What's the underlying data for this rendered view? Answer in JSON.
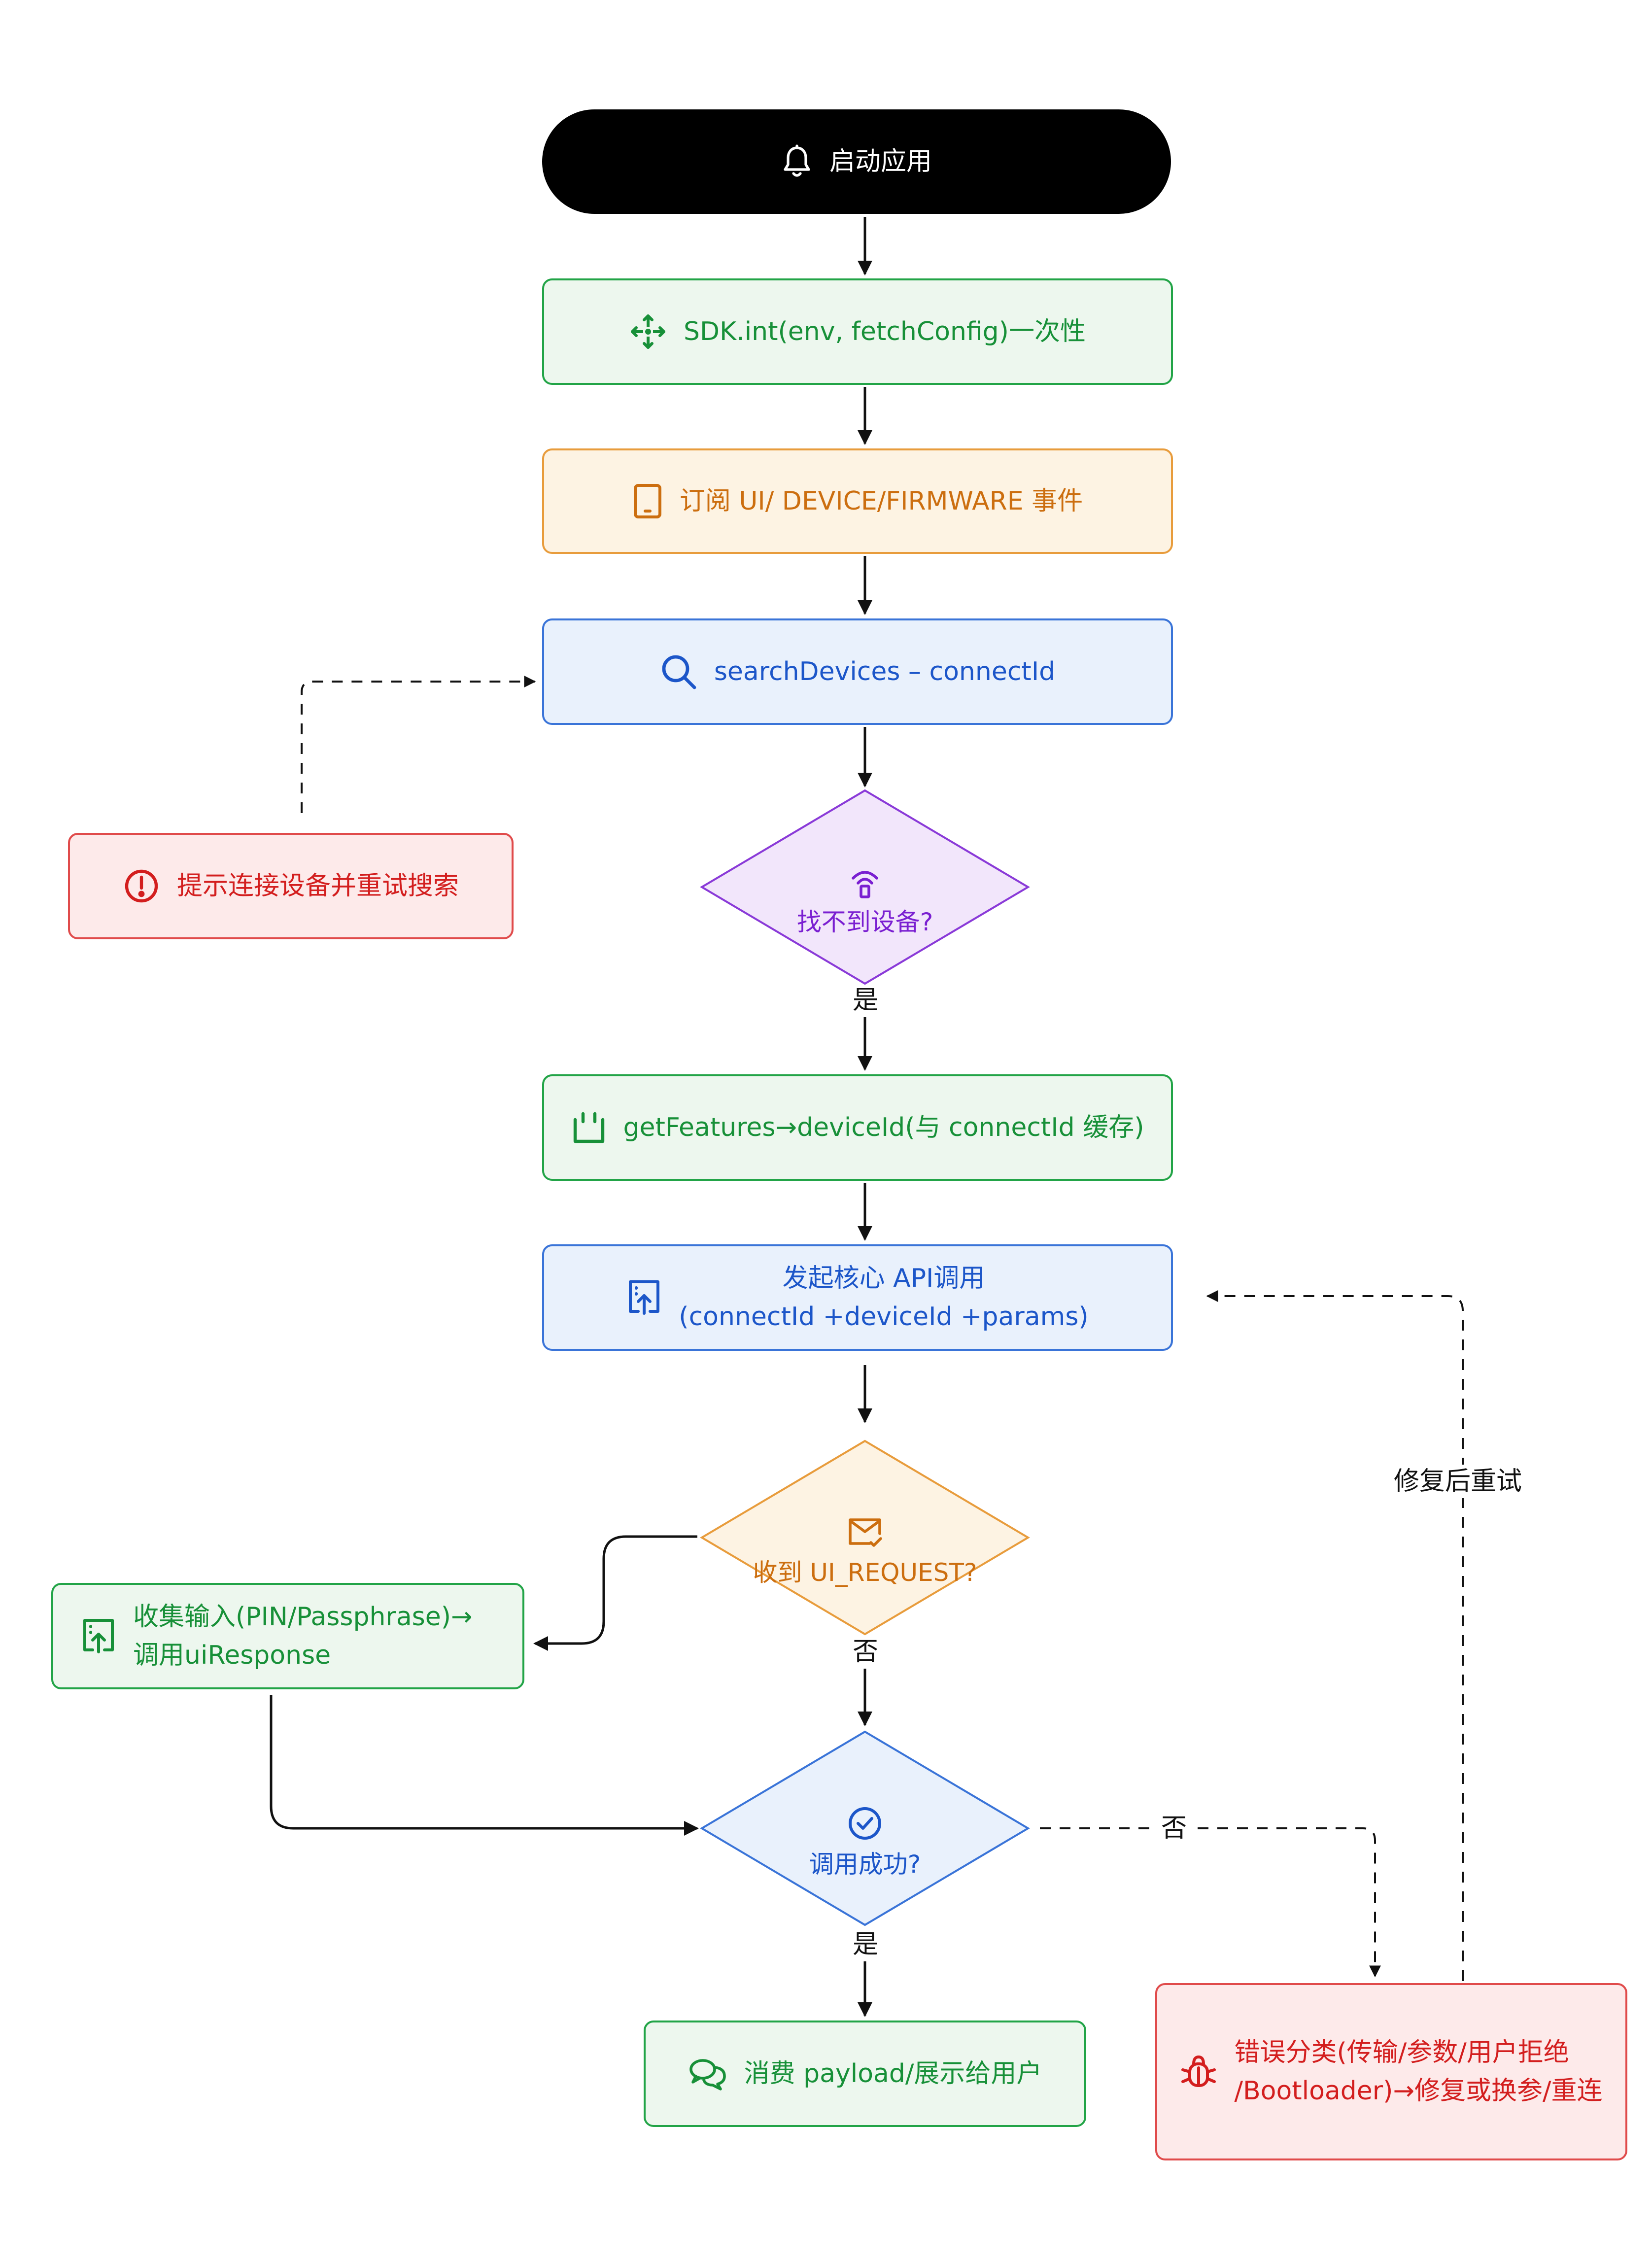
{
  "nodes": {
    "start": {
      "label": "启动应用"
    },
    "sdk_init": {
      "label": "SDK.int(env, fetchConfig)一次性"
    },
    "subscribe": {
      "label": "订阅 UI/ DEVICE/FIRMWARE 事件"
    },
    "search": {
      "label": "searchDevices – connectId"
    },
    "not_found": {
      "label": "找不到设备?"
    },
    "prompt_retry": {
      "label": "提示连接设备并重试搜索"
    },
    "get_features": {
      "label": "getFeatures→deviceId(与 connectId 缓存)"
    },
    "call_api": {
      "line1": "发起核心 API调用",
      "line2": "(connectId +deviceId +params)"
    },
    "ui_request": {
      "label": "收到 UI_REQUEST?"
    },
    "collect_input": {
      "line1": "收集输入(PIN/Passphrase)→",
      "line2": "调用uiResponse"
    },
    "call_success": {
      "label": "调用成功?"
    },
    "consume": {
      "label": "消费 payload/展示给用户"
    },
    "error": {
      "line1": "错误分类(传输/参数/用户拒绝",
      "line2": "/Bootloader)→修复或换参/重连"
    }
  },
  "edge_labels": {
    "yes_after_not_found": "是",
    "no_after_ui_request": "否",
    "yes_after_success": "是",
    "no_after_success": "否",
    "retry_after_fix": "修复后重试"
  },
  "colors": {
    "start": "#000000",
    "green": "#179038",
    "orange": "#cc6e0f",
    "blue": "#1c56c9",
    "red": "#d31e1e",
    "purple": "#7a1fd1"
  },
  "icons": {
    "start": "bell-icon",
    "sdk_init": "diamond-arrows-icon",
    "subscribe": "tablet-icon",
    "search": "search-icon",
    "not_found": "wifi-signal-icon",
    "prompt_retry": "alert-circle-icon",
    "get_features": "usb-plug-icon",
    "call_api": "upload-doc-icon",
    "ui_request": "mail-check-icon",
    "collect_input": "upload-doc-icon",
    "call_success": "check-circle-icon",
    "consume": "chat-bubbles-icon",
    "error": "bug-icon"
  }
}
